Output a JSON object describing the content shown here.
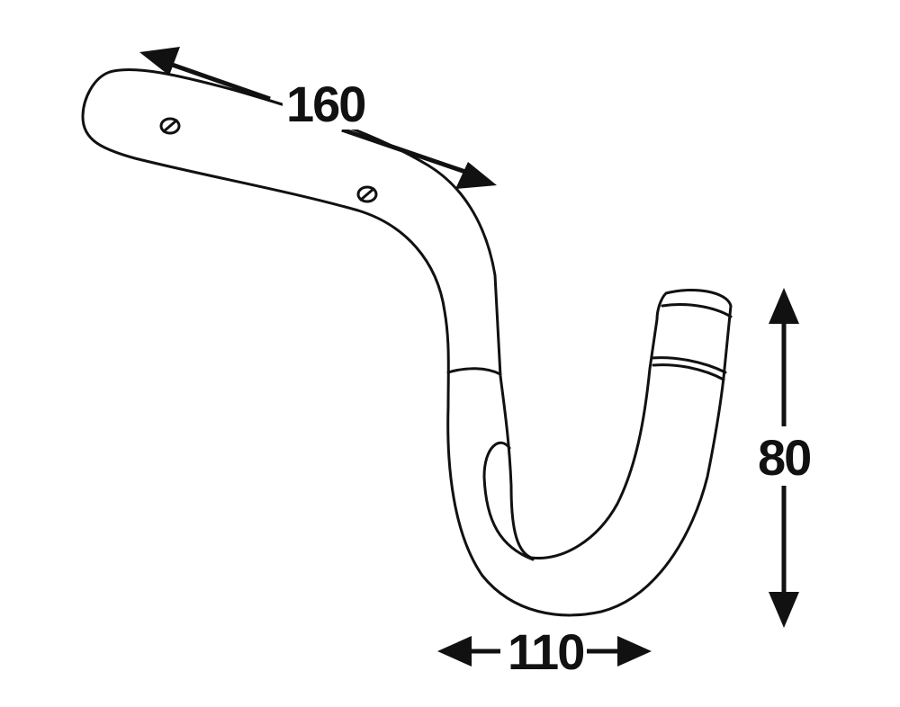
{
  "dimensions": {
    "length": "160",
    "height": "80",
    "width": "110"
  },
  "colors": {
    "outline": "#111111",
    "fill": "#ffffff"
  }
}
